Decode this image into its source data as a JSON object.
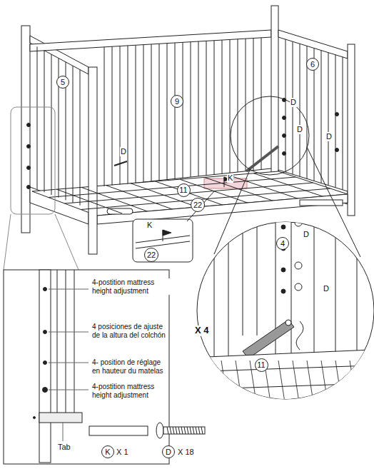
{
  "diagram": {
    "nodes": [
      {
        "text": [
          "5"
        ]
      },
      {
        "text": [
          "9"
        ]
      },
      {
        "text": [
          "6"
        ]
      },
      {
        "text": [
          "11"
        ]
      },
      {
        "text": [
          "22"
        ]
      },
      {
        "text": [
          "22"
        ]
      },
      {
        "text": [
          "4"
        ]
      },
      {
        "text": [
          "11"
        ]
      },
      {
        "text": [
          "K"
        ]
      },
      {
        "text": [
          "D"
        ]
      }
    ],
    "labels": [
      "D",
      "D",
      "D",
      "D",
      "K",
      "K",
      "D",
      "D",
      "X 4",
      "4-postition mattress height adjustment",
      "4 posiciones de ajuste de la altura del colchón",
      "4- position de réglage en hauteur du matelas",
      "4-postition mattress height adjustment",
      "Tab",
      "X 1",
      "X 18"
    ]
  }
}
